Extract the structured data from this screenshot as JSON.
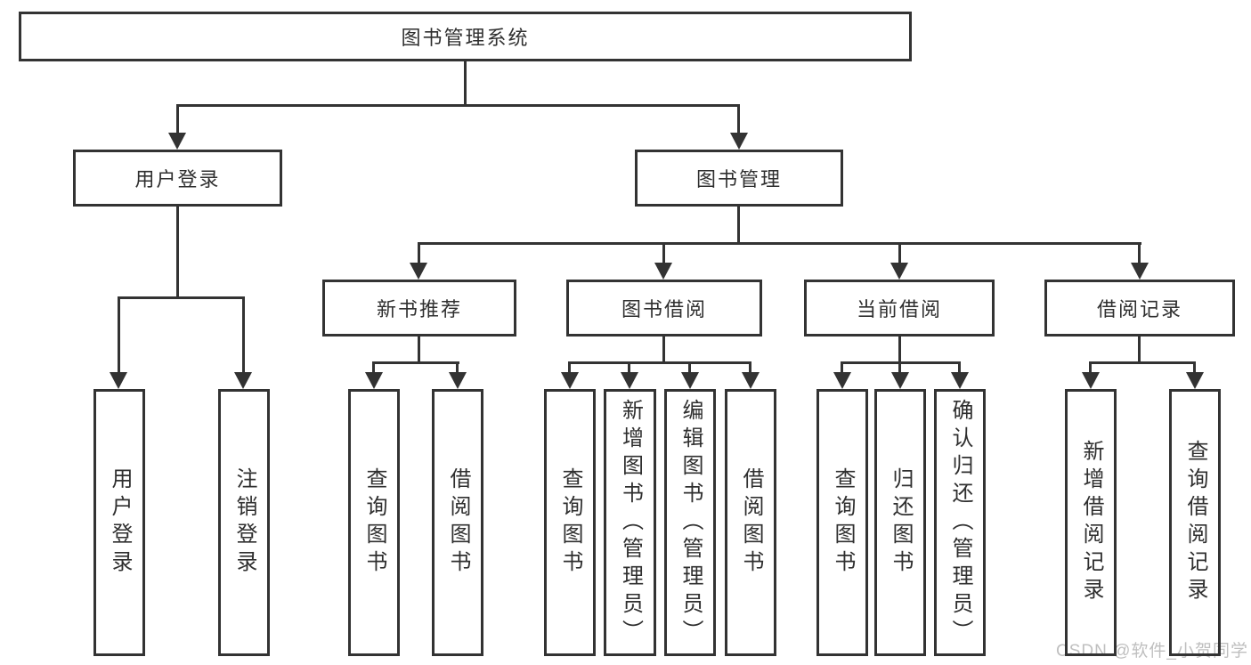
{
  "diagram": {
    "root": {
      "label": "图书管理系统"
    },
    "level2": {
      "login": {
        "label": "用户登录"
      },
      "management": {
        "label": "图书管理"
      }
    },
    "level3": {
      "newBooks": {
        "label": "新书推荐"
      },
      "borrow": {
        "label": "图书借阅"
      },
      "current": {
        "label": "当前借阅"
      },
      "records": {
        "label": "借阅记录"
      }
    },
    "leaves": {
      "login": [
        "用户登录",
        "注销登录"
      ],
      "newBooks": [
        "查询图书",
        "借阅图书"
      ],
      "borrow": [
        "查询图书",
        "新增图书（管理员）",
        "编辑图书（管理员）",
        "借阅图书"
      ],
      "current": [
        "查询图书",
        "归还图书",
        "确认归还（管理员）"
      ],
      "records": [
        "新增借阅记录",
        "查询借阅记录"
      ]
    },
    "watermark": "CSDN @软件_小贺同学",
    "colors": {
      "line": "#333333",
      "text": "#2f2f2f",
      "watermark": "#bfbfbf",
      "background": "#ffffff"
    }
  }
}
